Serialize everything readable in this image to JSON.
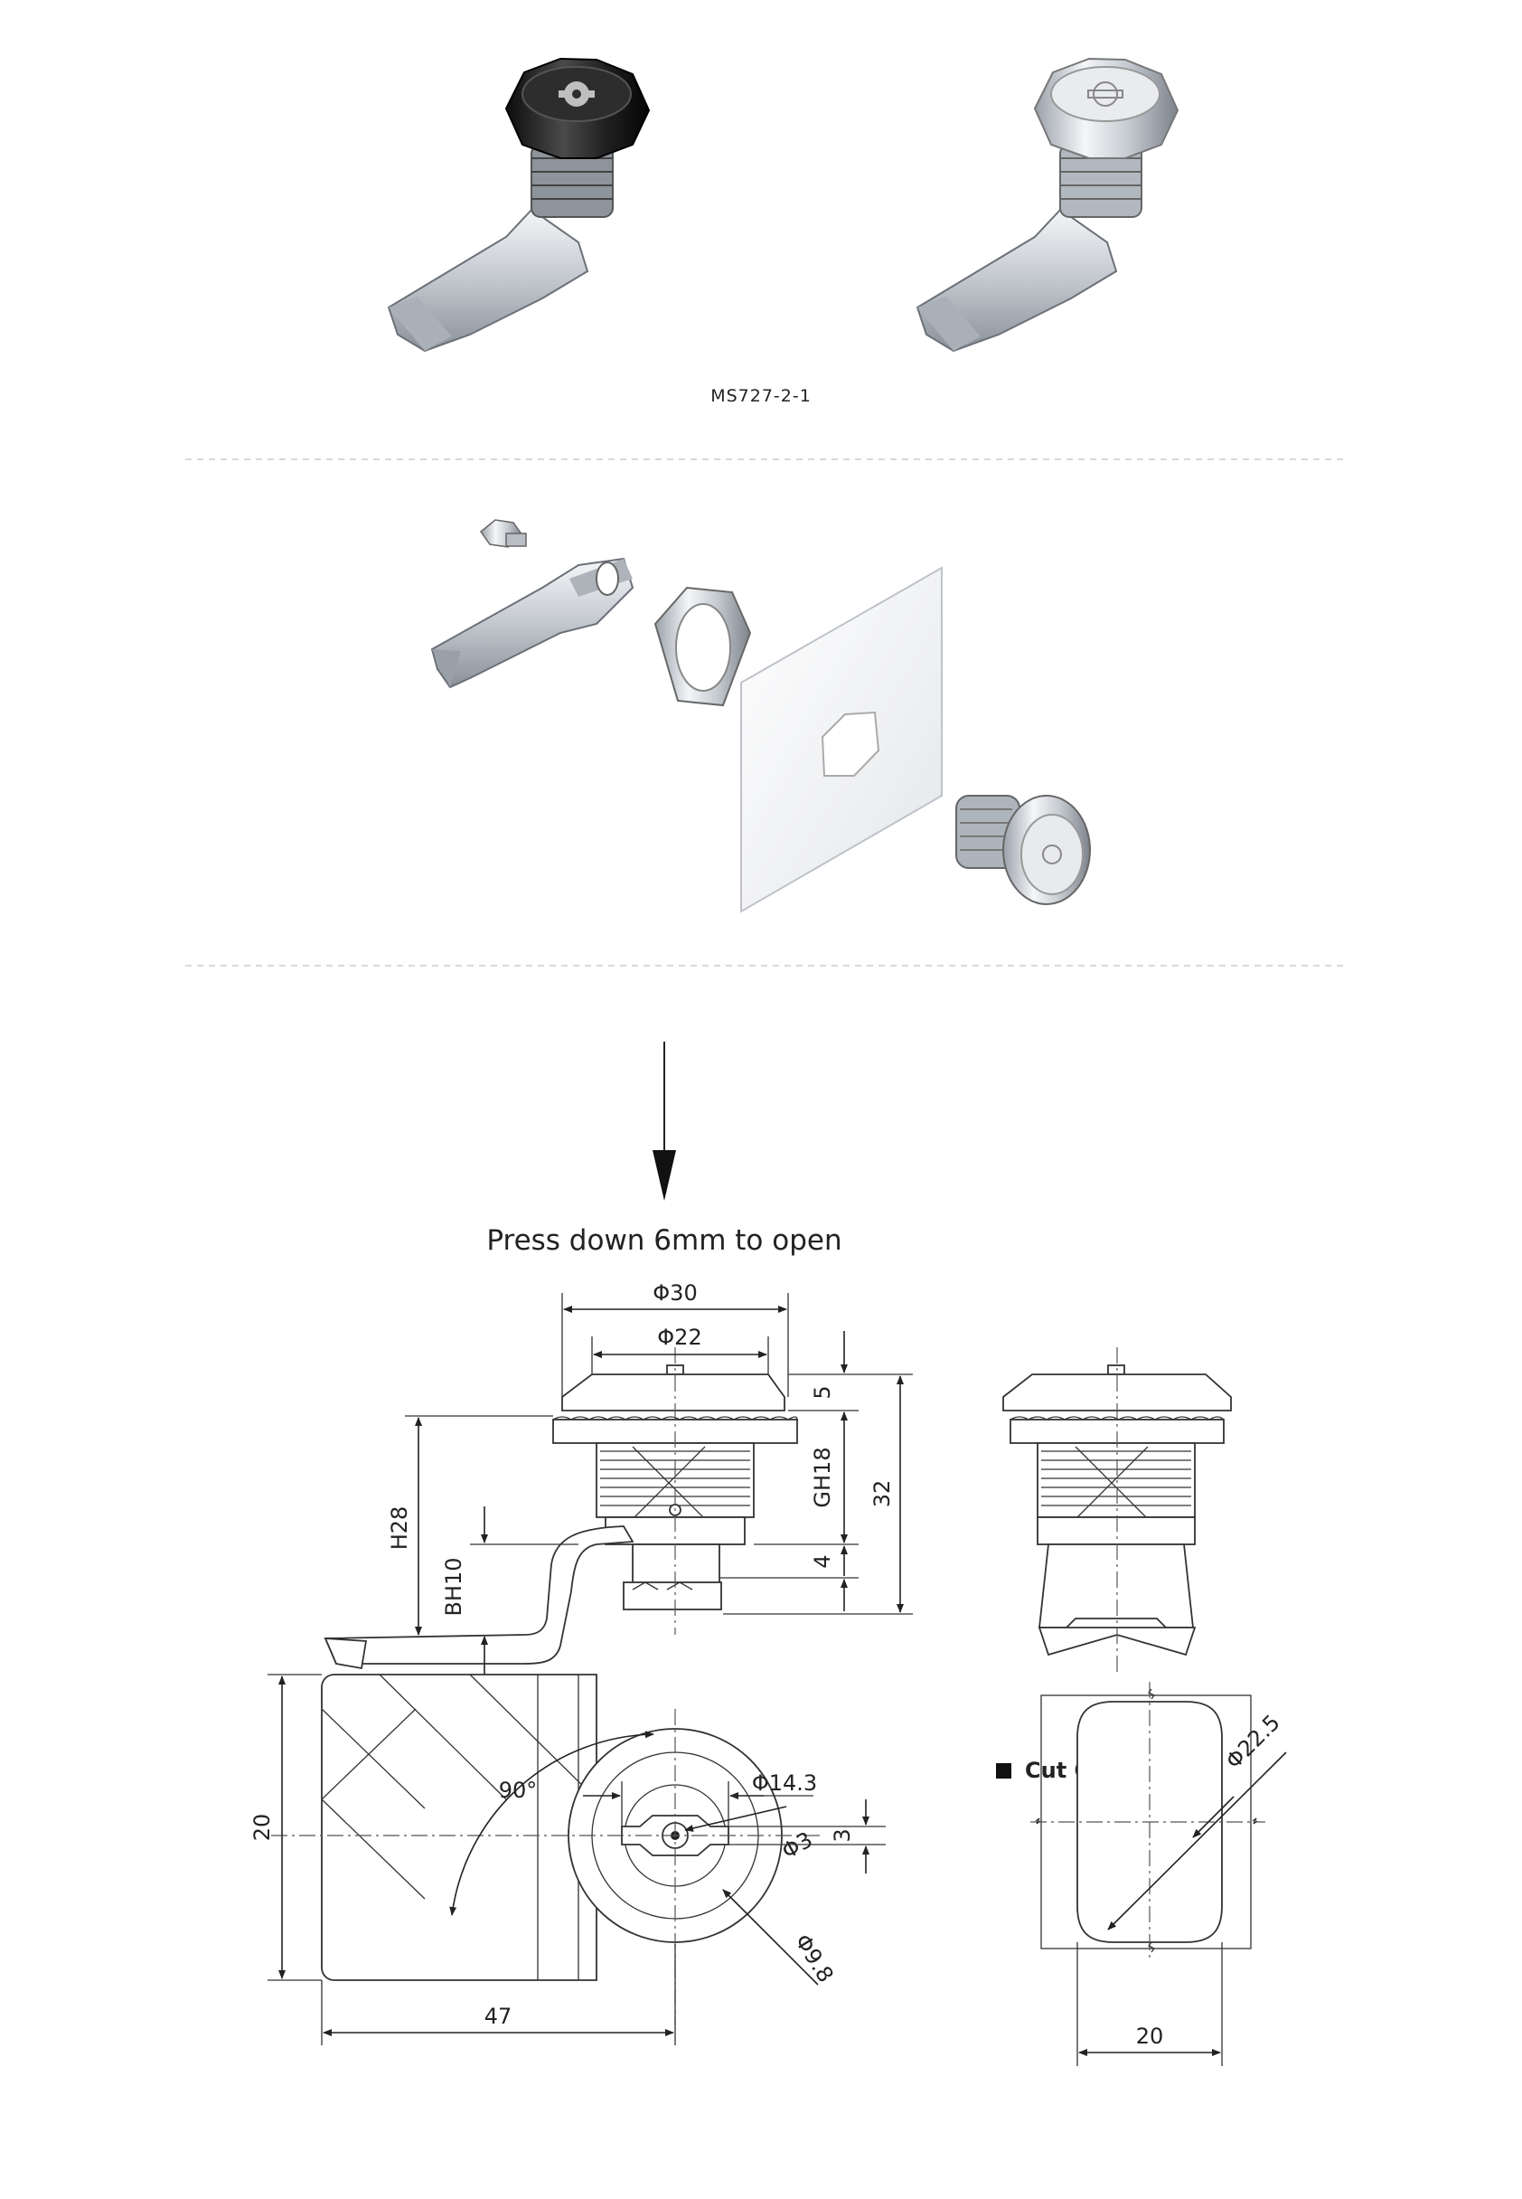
{
  "product": {
    "model_label": "MS727-2-1",
    "black_finish_icon": "black-cam-lock-icon",
    "chrome_finish_icon": "chrome-cam-lock-icon"
  },
  "assembly": {
    "parts": [
      "screw-icon",
      "cam-icon",
      "hex-nut-icon",
      "panel-icon",
      "lock-body-icon"
    ]
  },
  "drawing": {
    "press_note": "Press down 6mm to open",
    "dims": {
      "d30": "Φ30",
      "d22": "Φ22",
      "h5": "5",
      "gh18": "GH18",
      "h4": "4",
      "h32": "32",
      "h28": "H28",
      "bh10": "BH10",
      "angle90": "90°",
      "d14_3": "Φ14.3",
      "d3": "Φ3",
      "w3": "3",
      "w20": "20",
      "l47": "47",
      "d9_8": "Φ9.8"
    },
    "cutout": {
      "title": "Cut Out",
      "diag": "Φ22.5",
      "width": "20"
    }
  },
  "colors": {
    "line": "#222222",
    "divider": "#cccccc",
    "chrome_light": "#e8eaee",
    "chrome_dark": "#8a9099",
    "black_cap": "#1c1c1c"
  }
}
